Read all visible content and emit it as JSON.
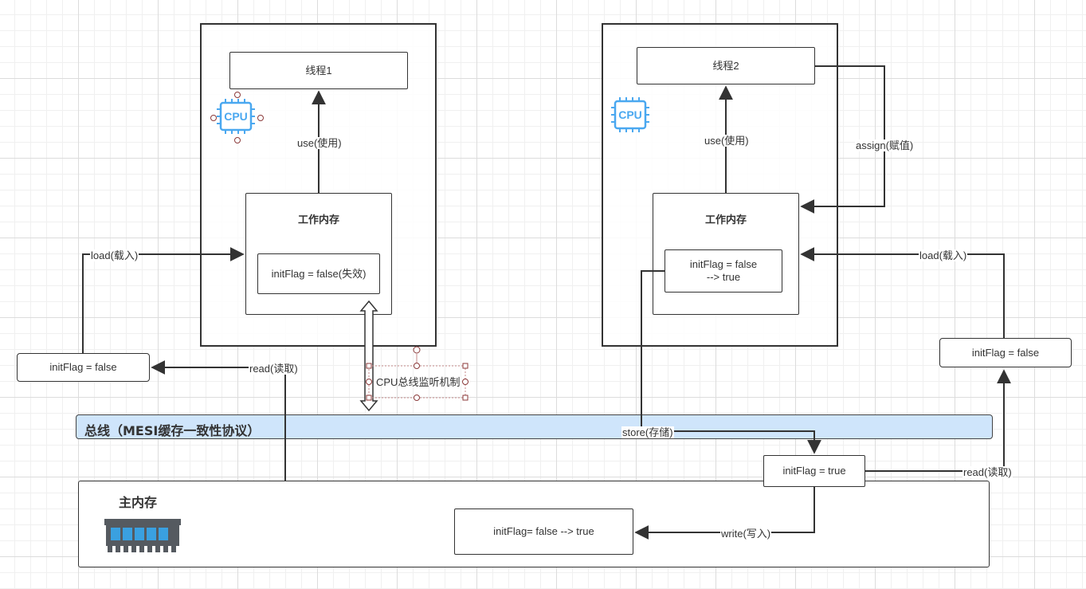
{
  "thread1": {
    "name": "线程1",
    "work_memory_title": "工作内存",
    "variable": "initFlag = false(失效)",
    "use_label": "use(使用)",
    "load_label": "load(载入)",
    "read_label": "read(读取)",
    "read_value": "initFlag = false"
  },
  "thread2": {
    "name": "线程2",
    "work_memory_title": "工作内存",
    "variable_line1": "initFlag = false",
    "variable_line2": "--> true",
    "use_label": "use(使用)",
    "assign_label": "assign(赋值)",
    "load_label": "load(载入)",
    "read_label": "read(读取)",
    "read_value": "initFlag = false",
    "store_label": "store(存储)",
    "store_value": "initFlag = true",
    "write_label": "write(写入)"
  },
  "cpu_icon_text": "CPU",
  "bus": {
    "title": "总线（MESI缓存一致性协议）",
    "sniff_label": "CPU总线监听机制"
  },
  "main_memory": {
    "title": "主内存",
    "value": "initFlag= false --> true"
  },
  "colors": {
    "bus_fill": "#cfe5fb",
    "cpu_icon": "#4aa8f0",
    "line": "#333333",
    "ram_icon": "#555a60",
    "ram_chip": "#3aa0e0"
  }
}
